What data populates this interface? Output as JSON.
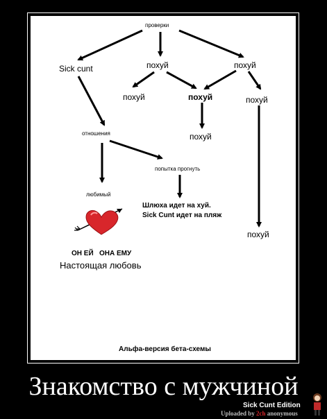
{
  "diagram": {
    "nodes": {
      "checks": "проверки",
      "sick_cunt": "Sick cunt",
      "whatever_1": "похуй",
      "whatever_2": "похуй",
      "whatever_3": "похуй",
      "whatever_4": "похуй",
      "whatever_5": "похуй",
      "whatever_6": "похуй",
      "whatever_7": "похуй",
      "relations": "отношения",
      "attempt": "попытка прогнуть",
      "beloved": "любимый",
      "outcome_line1": "Шлюха идет на хуй.",
      "outcome_line2": "Sick Cunt идет на пляж",
      "he_her": "ОН ЕЙ",
      "she_him": "ОНА ЕМУ",
      "true_love": "Настоящая любовь",
      "caption": "Альфа-версия бета-схемы"
    },
    "colors": {
      "heart": "#d8262b",
      "arrow": "#000000"
    }
  },
  "poster": {
    "title": "Знакомство с мужчиной",
    "watermark_line1": "Sick Cunt Edition",
    "watermark_prefix": "Uploaded by ",
    "watermark_highlight": "2ch",
    "watermark_suffix": " anonymous"
  }
}
